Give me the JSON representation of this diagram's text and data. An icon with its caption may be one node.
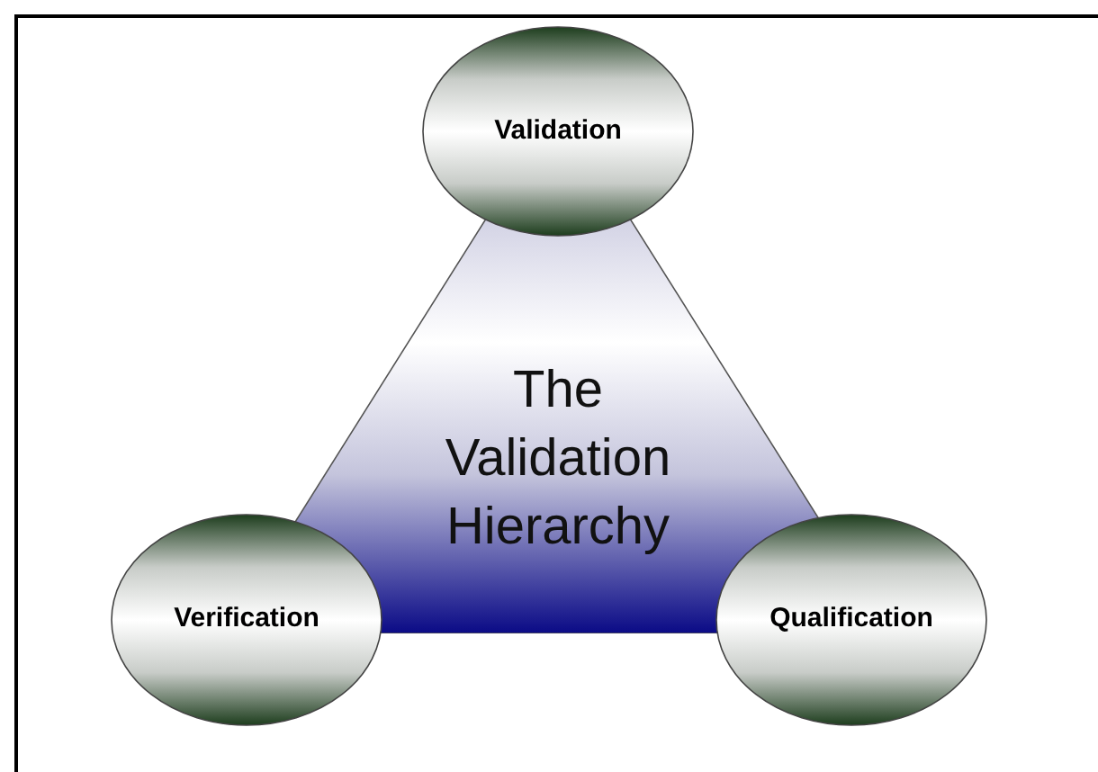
{
  "diagram": {
    "nodes": [
      {
        "text": [
          "The Validation Hierarchy"
        ]
      },
      {
        "text": [
          "Validation"
        ]
      },
      {
        "text": [
          "Verification"
        ]
      },
      {
        "text": [
          "Qualification"
        ]
      }
    ]
  }
}
